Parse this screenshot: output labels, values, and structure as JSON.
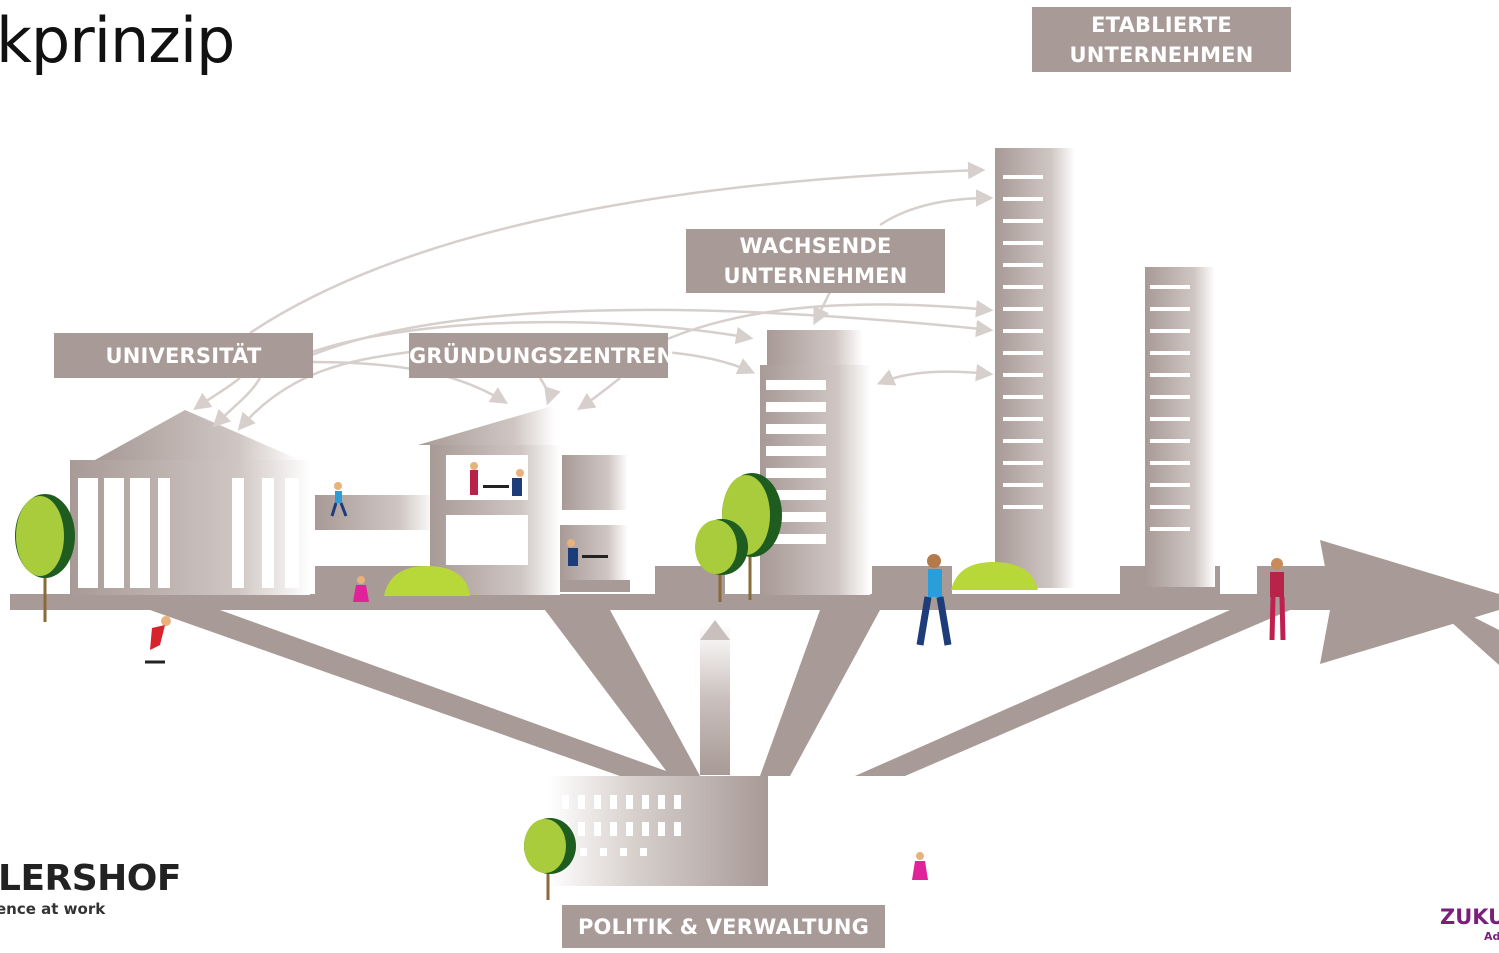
{
  "title": "kprinzip",
  "labels": {
    "etablierte": [
      "ETABLIERTE",
      "UNTERNEHMEN"
    ],
    "wachsende": [
      "WACHSENDE",
      "UNTERNEHMEN"
    ],
    "universitaet": "UNIVERSITÄT",
    "gruendungszentren": "GRÜNDUNGSZENTREN",
    "politik": "POLITIK & VERWALTUNG"
  },
  "logos": {
    "left_main": "LERSHOF",
    "left_tagline": "ence at work",
    "right_main": "ZUKU",
    "right_sub": "Ad"
  },
  "colors": {
    "label_bg": "#a89a96",
    "structure": "#a89a96",
    "arrow": "#d6cfcc",
    "tree_light": "#a8cc3c",
    "tree_dark": "#1f5c1f",
    "bush": "#b8d83a",
    "accent_magenta": "#e0239b",
    "accent_red": "#d8232a",
    "accent_blue": "#1d3c7a",
    "accent_cyan": "#2a9ed8",
    "logo_purple": "#7b1f7a"
  }
}
